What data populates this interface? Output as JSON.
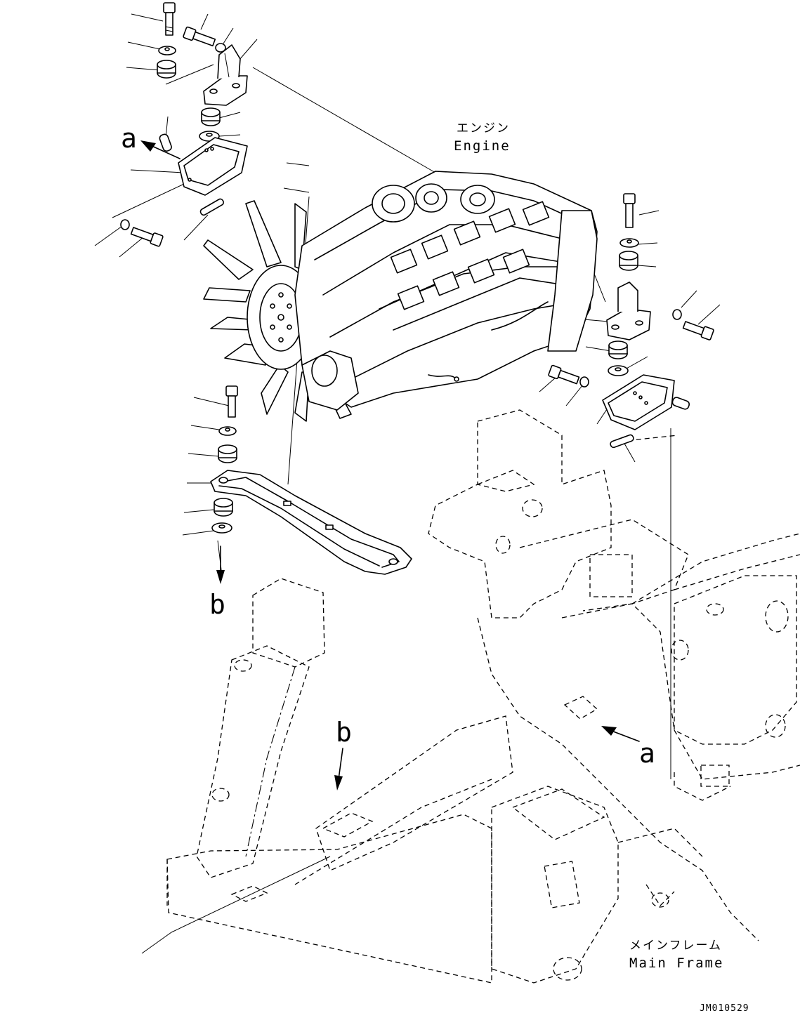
{
  "labels": {
    "engine_jp": "エンジン",
    "engine_en": "Engine",
    "frame_jp": "メインフレーム",
    "frame_en": "Main Frame",
    "view_a_top": "a",
    "view_a_bottom": "a",
    "view_b_top": "b",
    "view_b_bottom": "b",
    "drawing_code": "JM010529"
  }
}
